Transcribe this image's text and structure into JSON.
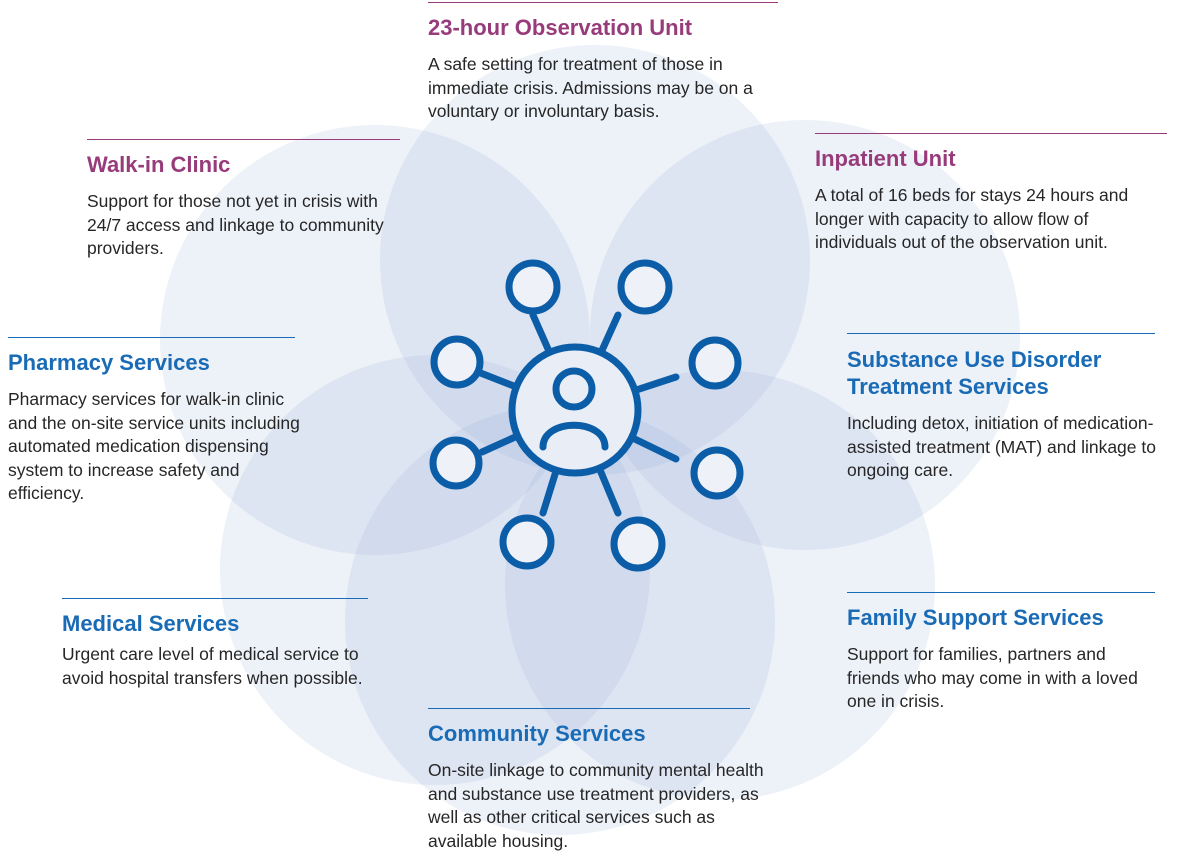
{
  "colors": {
    "purple": "#973b7b",
    "blue": "#1a6bb5",
    "petal": "#8ea9d6",
    "icon": "#0c5da8"
  },
  "center_icon": "network-person-icon",
  "services": {
    "observation": {
      "title": "23-hour Observation Unit",
      "text": "A safe setting for treatment of those in immediate crisis. Admissions may be on a voluntary or involuntary basis."
    },
    "walkin": {
      "title": "Walk-in Clinic",
      "text": "Support for those not yet in crisis with 24/7 access and linkage to community providers."
    },
    "inpatient": {
      "title": "Inpatient Unit",
      "text": "A total of 16 beds for stays 24 hours and longer with capacity to allow flow of individuals out of the observation unit."
    },
    "pharmacy": {
      "title": "Pharmacy Services",
      "text": "Pharmacy services for walk-in clinic and the on-site service units including automated medication dispensing system to increase safety and efficiency."
    },
    "substance": {
      "title": "Substance Use Disorder Treatment Services",
      "text": "Including detox, initiation of medication-assisted treatment (MAT) and linkage to ongoing care."
    },
    "medical": {
      "title": "Medical Services",
      "text": "Urgent care level of medical service to avoid hospital transfers when possible."
    },
    "family": {
      "title": "Family Support Services",
      "text": "Support for families, partners and friends who may come in with a loved one in crisis."
    },
    "community": {
      "title": "Community Services",
      "text": "On-site linkage to community mental health and substance use treatment providers, as well as other critical services such as available housing."
    }
  }
}
